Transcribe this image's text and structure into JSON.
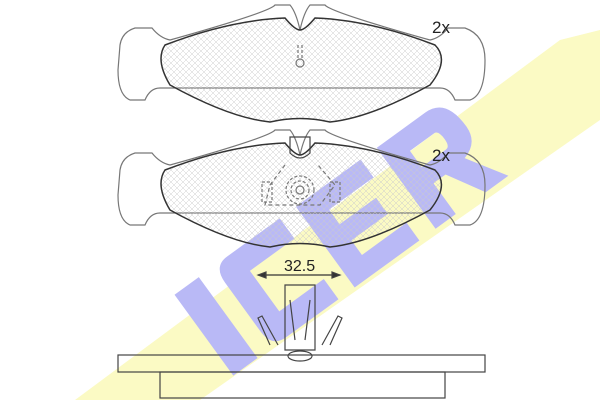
{
  "logo": {
    "text": "ICER",
    "colors": {
      "band": "#fbfac4",
      "letters": "#b9b9f6"
    }
  },
  "pads": [
    {
      "quantity_label": "2x"
    },
    {
      "quantity_label": "2x"
    }
  ],
  "dimension": {
    "value": "32.5"
  }
}
